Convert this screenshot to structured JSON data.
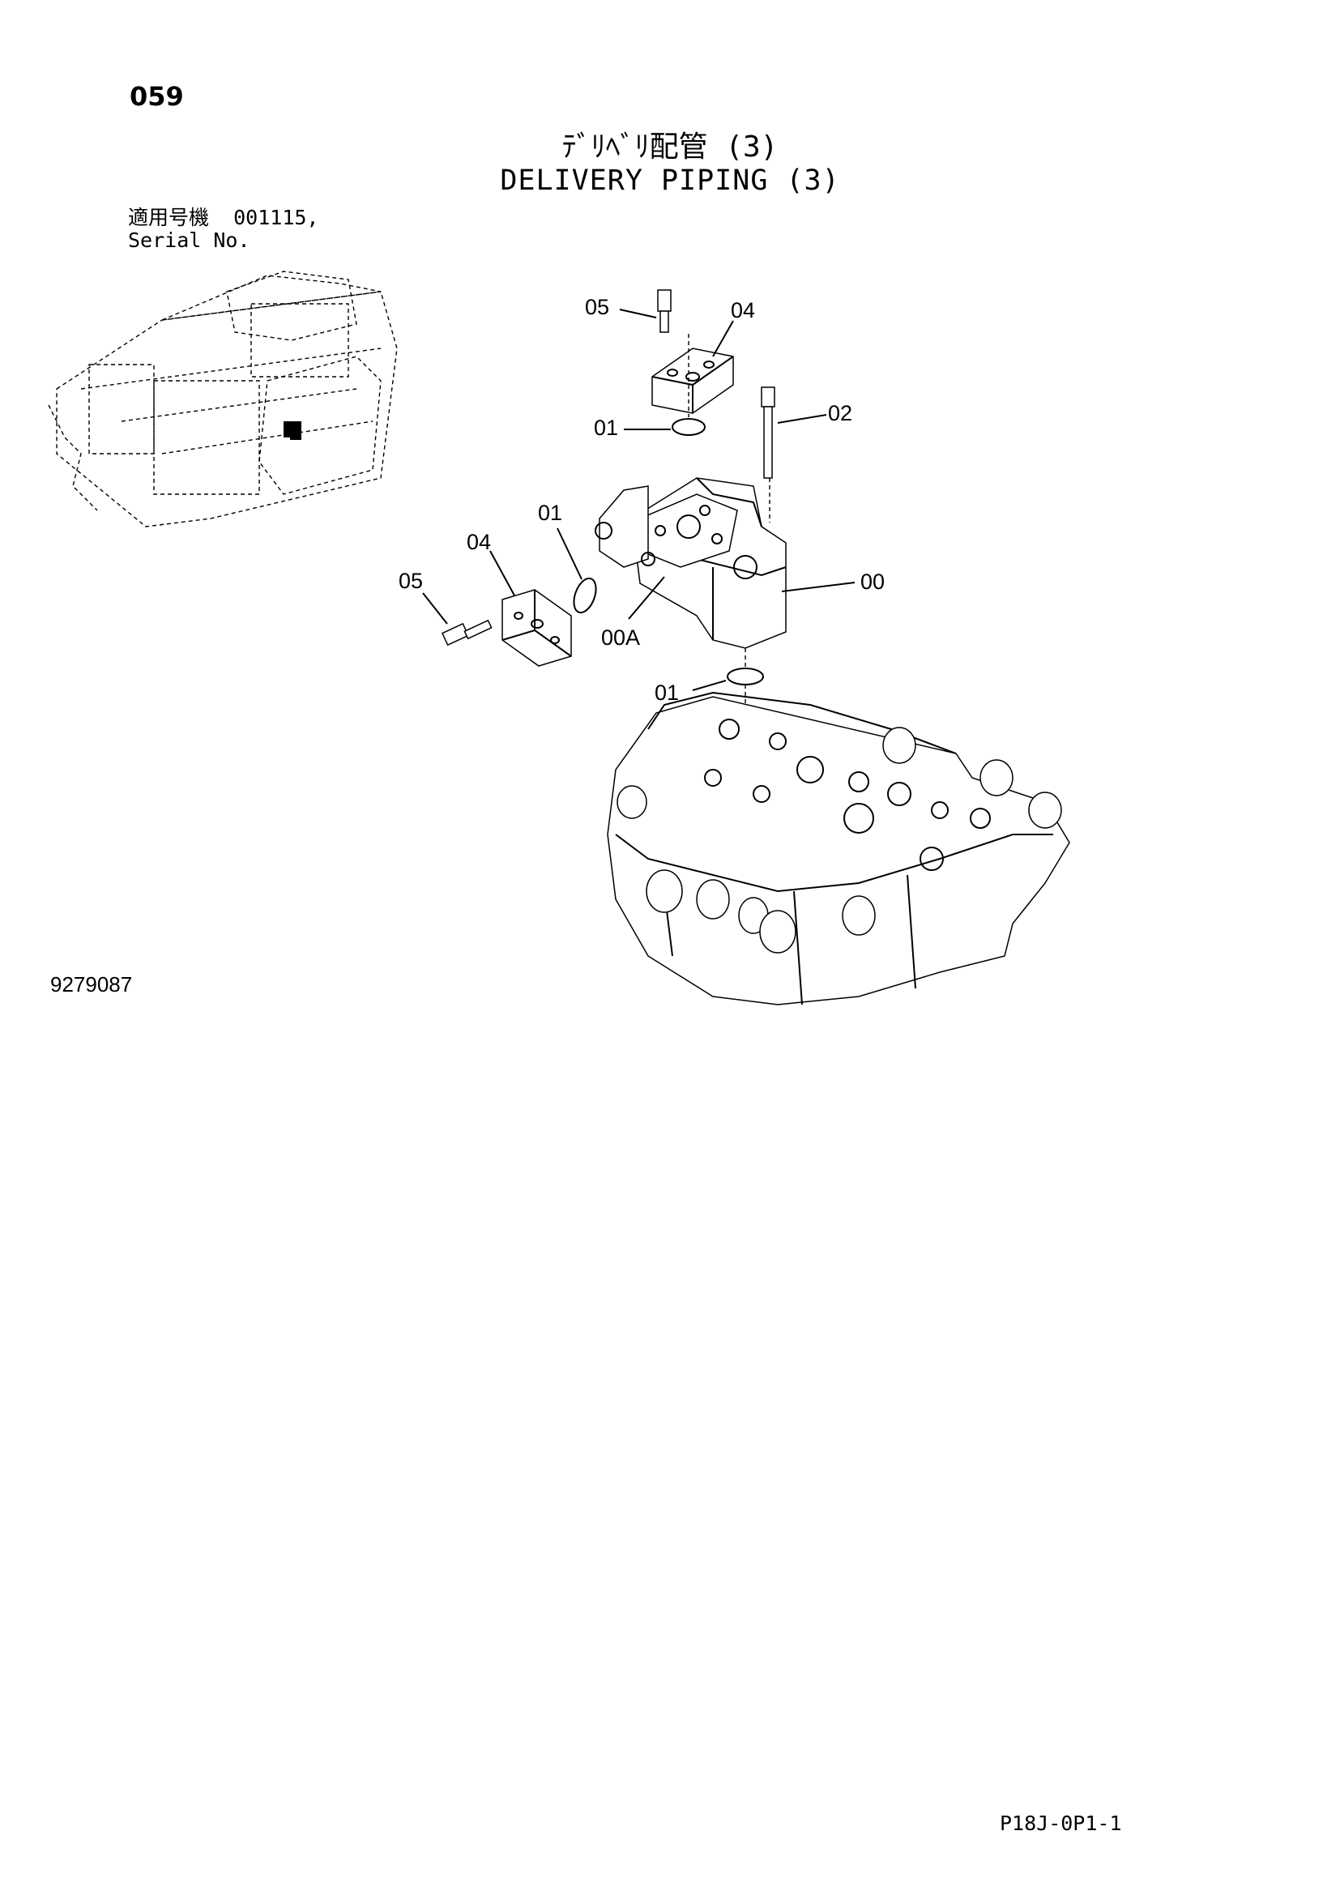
{
  "page_number": "059",
  "title_jp": "ﾃﾞﾘﾍﾞﾘ配管 (3)",
  "title_en": "DELIVERY PIPING (3)",
  "serial": {
    "label_jp": "適用号機",
    "value": "001115,",
    "label_en": "Serial No."
  },
  "callouts": {
    "c05_top": "05",
    "c04_top": "04",
    "c02": "02",
    "c01_top": "01",
    "c01_mid": "01",
    "c04_left": "04",
    "c05_left": "05",
    "c00": "00",
    "c00a": "00A",
    "c01_bottom": "01"
  },
  "drawing_id": "9279087",
  "footer_code": "P18J-0P1-1"
}
